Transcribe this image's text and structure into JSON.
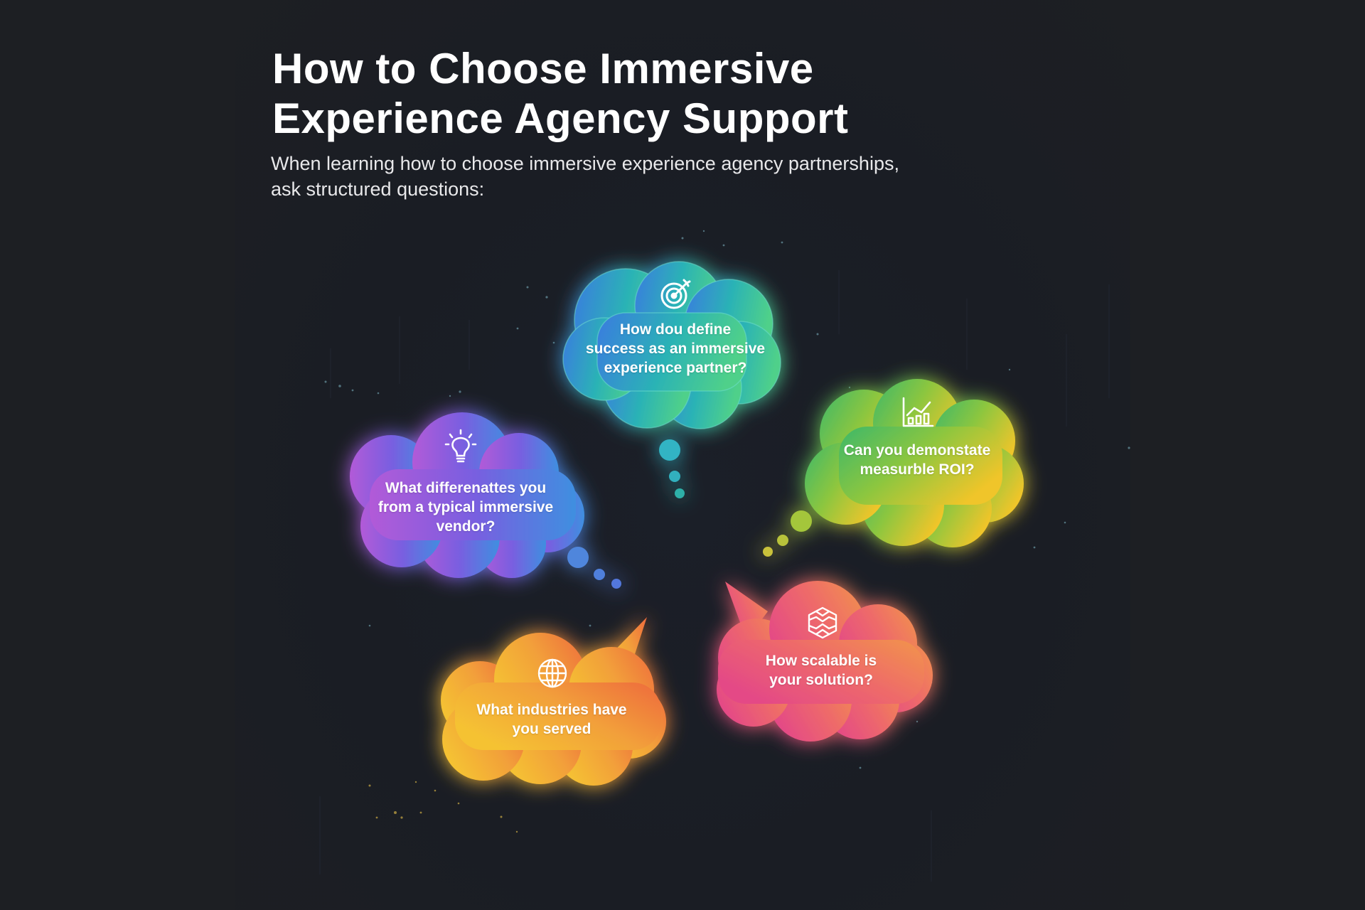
{
  "header": {
    "title_lines": [
      "How to Choose Immersive",
      "Experience Agency Support"
    ],
    "subtitle_lines": [
      "When learning how to choose immersive experience agency partnerships,",
      "ask structured questions:"
    ]
  },
  "colors": {
    "background": "#1d1f23",
    "title": "#ffffff",
    "subtitle": "#e8e8ea"
  },
  "bubbles": [
    {
      "id": "success",
      "icon": "target-icon",
      "lines": [
        "How dou define",
        "success as an immersive",
        "experience partner?"
      ],
      "gradient": [
        "#3a7be0",
        "#2bb3b5",
        "#4fd08a"
      ],
      "pointer": "thought-dots"
    },
    {
      "id": "roi",
      "icon": "bar-chart-growth-icon",
      "lines": [
        "Can you demonstate",
        "measurble ROI?"
      ],
      "gradient": [
        "#3cb86a",
        "#8cc63f",
        "#f0c52a"
      ],
      "pointer": "thought-dots"
    },
    {
      "id": "differentiation",
      "icon": "lightbulb-icon",
      "lines": [
        "What differenattes you",
        "from a typical immersive",
        "vendor?"
      ],
      "gradient": [
        "#b25ad8",
        "#7a5ee0",
        "#3f8fe0"
      ],
      "pointer": "thought-dots"
    },
    {
      "id": "industries",
      "icon": "globe-icon",
      "lines": [
        "What industries have",
        "you served"
      ],
      "gradient": [
        "#f5c233",
        "#f2a03a",
        "#ee6a3c"
      ],
      "pointer": "speech-tail"
    },
    {
      "id": "scalability",
      "icon": "hexagon-network-icon",
      "lines": [
        "How scalable is",
        "your solution?"
      ],
      "gradient": [
        "#e44a86",
        "#ee6a6a",
        "#f2954a"
      ],
      "pointer": "speech-tail"
    }
  ]
}
